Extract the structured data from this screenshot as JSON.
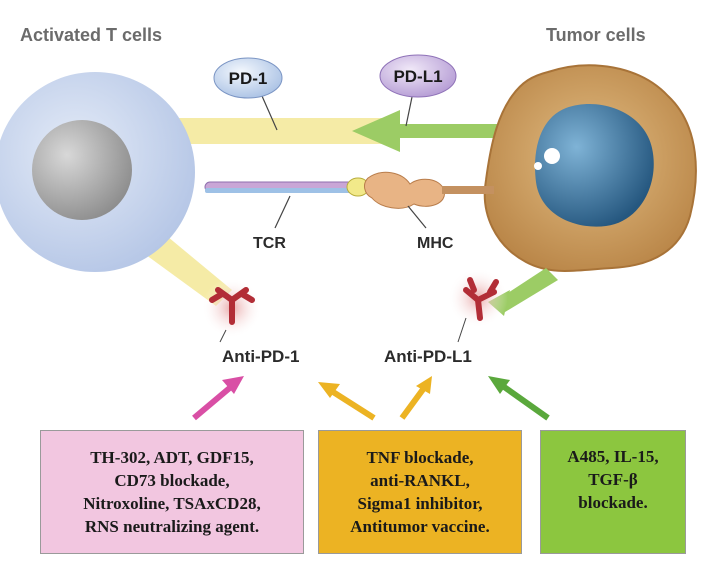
{
  "cells": {
    "t_cell_label": "Activated T cells",
    "tumor_label": "Tumor cells"
  },
  "molecules": {
    "pd1": "PD-1",
    "pdl1": "PD-L1",
    "tcr": "TCR",
    "mhc": "MHC"
  },
  "antibodies": {
    "anti_pd1": "Anti-PD-1",
    "anti_pdl1": "Anti-PD-L1"
  },
  "boxes": [
    {
      "lines": [
        "TH-302, ADT, GDF15,",
        "CD73 blockade,",
        "Nitroxoline, TSAxCD28,",
        "RNS neutralizing agent."
      ],
      "color": "#f2c6e0"
    },
    {
      "lines": [
        "TNF blockade,",
        "anti-RANKL,",
        "Sigma1 inhibitor,",
        "Antitumor vaccine."
      ],
      "color": "#ecb323"
    },
    {
      "lines": [
        "A485, IL-15,",
        "TGF-β",
        "blockade."
      ],
      "color": "#8cc63f"
    }
  ],
  "colors": {
    "t_cell": "#c9d6ee",
    "t_nucleus": "#a9a9a9",
    "tumor": "#c8965a",
    "tumor_nucleus": "#3f79a4",
    "pd1_band": "#f5eba6",
    "pdl1_arrow": "#9ccc65",
    "antibody": "#b22d36",
    "arrow_pink": "#d94fa5",
    "arrow_gold": "#ecb323",
    "arrow_green": "#5aa83c"
  }
}
